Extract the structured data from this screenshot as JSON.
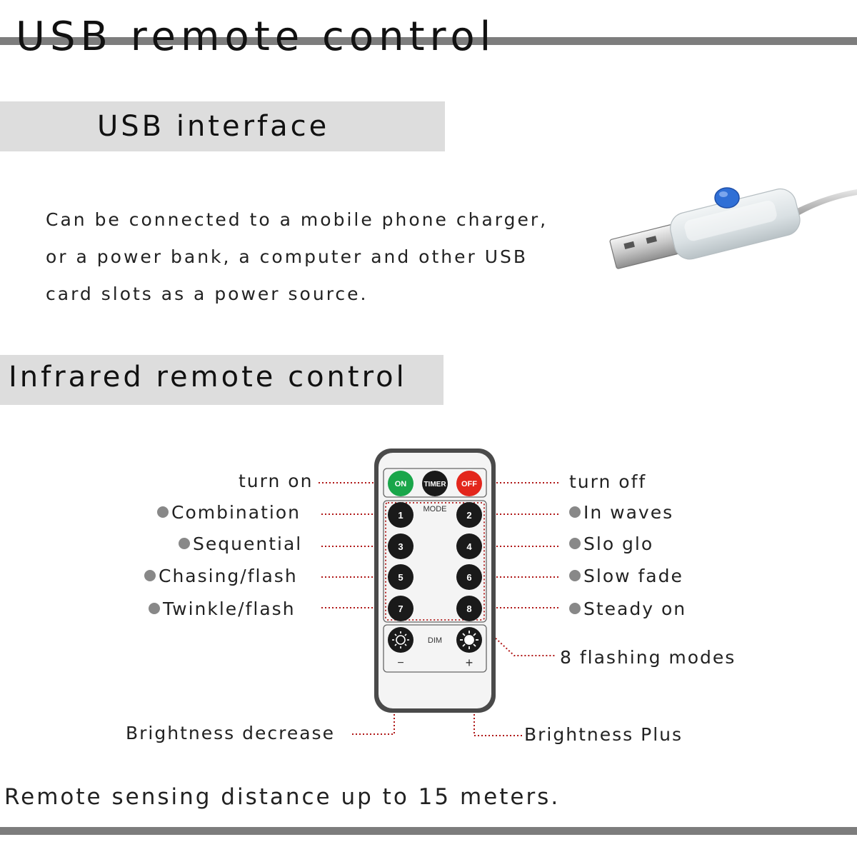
{
  "title": "USB remote control",
  "usb_section": {
    "heading": "USB interface",
    "description_lines": [
      "Can be connected to a mobile phone charger,",
      "or a power bank, a computer and other USB",
      "card slots as a power source."
    ]
  },
  "ir_section": {
    "heading": "Infrared remote control",
    "left_labels": {
      "turn_on": "turn on",
      "combination": "Combination",
      "sequential": "Sequential",
      "chasing": "Chasing/flash",
      "twinkle": "Twinkle/flash",
      "brightness_decrease": "Brightness decrease"
    },
    "right_labels": {
      "turn_off": "turn off",
      "in_waves": "In waves",
      "slo_glo": "Slo glo",
      "slow_fade": "Slow fade",
      "steady_on": "Steady on",
      "flashing_modes": "8 flashing modes",
      "brightness_plus": "Brightness Plus"
    },
    "remote": {
      "on": "ON",
      "timer": "TIMER",
      "off": "OFF",
      "mode": "MODE",
      "dim": "DIM",
      "minus": "−",
      "plus": "+",
      "b1": "1",
      "b2": "2",
      "b3": "3",
      "b4": "4",
      "b5": "5",
      "b6": "6",
      "b7": "7",
      "b8": "8"
    }
  },
  "footer": "Remote sensing distance up to 15 meters.",
  "colors": {
    "band": "#dddddd",
    "rule": "#7d7d7d",
    "on_button": "#1aa64a",
    "off_button": "#e3261c",
    "leader": "#b01818",
    "usb_button": "#2f6fd6"
  }
}
